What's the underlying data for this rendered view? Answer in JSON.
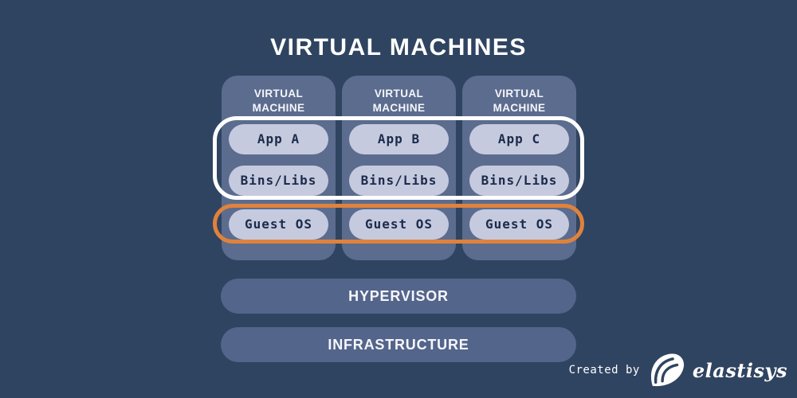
{
  "title": "VIRTUAL MACHINES",
  "vms": [
    {
      "header": "VIRTUAL MACHINE",
      "pills": [
        "App A",
        "Bins/Libs",
        "Guest OS"
      ]
    },
    {
      "header": "VIRTUAL MACHINE",
      "pills": [
        "App B",
        "Bins/Libs",
        "Guest OS"
      ]
    },
    {
      "header": "VIRTUAL MACHINE",
      "pills": [
        "App C",
        "Bins/Libs",
        "Guest OS"
      ]
    }
  ],
  "layers": [
    {
      "label": "HYPERVISOR"
    },
    {
      "label": "INFRASTRUCTURE"
    }
  ],
  "annotations": {
    "apps_bins_outline_color": "#FFFFFF",
    "guest_os_outline_color": "#E0823C"
  },
  "credit": {
    "text": "Created by",
    "brand": "elastisys"
  },
  "colors": {
    "background": "#2F4460",
    "vm_card": "#5B6C8E",
    "pill": "#C5CADF",
    "pill_text": "#1C2B4A",
    "layer_bar": "#54658B",
    "apps_outline": "#FFFFFF",
    "guest_os_outline": "#E0823C",
    "title_text": "#FFFFFF"
  }
}
